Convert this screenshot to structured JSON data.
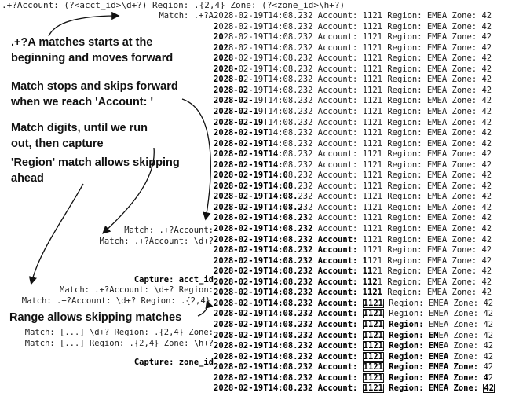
{
  "regex": ".+?Account: (?<acct_id>\\d+?) Region: .{2,4} Zone: (?<zone_id>\\h+?)",
  "log": {
    "ts": "2028-02-19T14:08.232",
    "acct_label": "Account:",
    "acct": "1121",
    "region_label": "Region:",
    "region": "EMEA",
    "zone_label": "Zone:",
    "zone": "42"
  },
  "notes": {
    "n1": ".+?A matches starts at the beginning and moves forward",
    "n2": "Match stops and skips forward when we reach 'Account: '",
    "n3": "Match digits, until we run out, then capture",
    "n4": "'Region' match allows skipping ahead",
    "n5": "Range allows skipping matches"
  },
  "labels": {
    "m1": "Match: .+?A",
    "m2": "Match: .+?Account:",
    "m3": "Match: .+?Account: \\d+?",
    "cap1": "Capture: acct_id",
    "m4": "Match: .+?Account: \\d+? Region:",
    "m5": "Match: .+?Account: \\d+? Region: .{2,4}",
    "m6": "Match: [...] \\d+? Region: .{2,4} Zone:",
    "m7": "Match: [...] Region: .{2,4} Zone: \\h+?",
    "cap2": "Capture: zone_id"
  }
}
